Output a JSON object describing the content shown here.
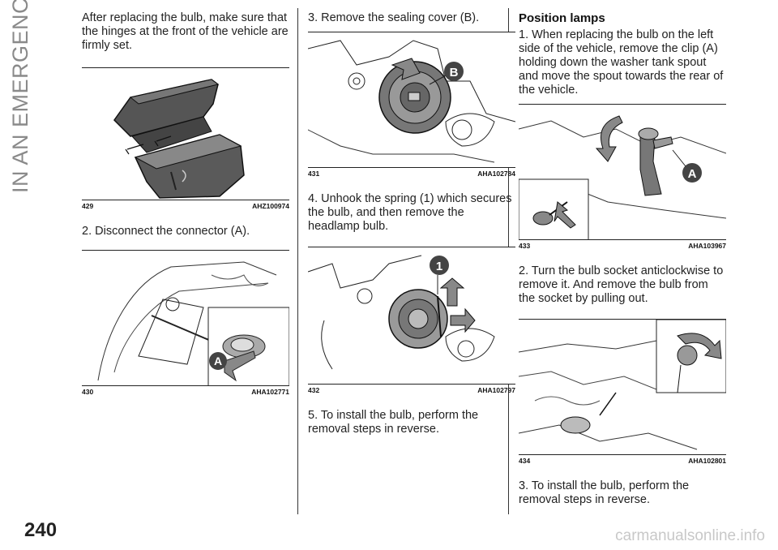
{
  "section_title": "IN AN EMERGENCY",
  "page_number": "240",
  "watermark": "carmanualsonline.info",
  "col1": {
    "intro": "After replacing the bulb, make sure that the hinges at the front of the vehicle are firmly set.",
    "fig429": {
      "number": "429",
      "code": "AHZ100974"
    },
    "step2": "2. Disconnect the connector (A).",
    "fig430": {
      "number": "430",
      "code": "AHA102771",
      "marker": "A"
    }
  },
  "col2": {
    "step3": "3. Remove the sealing cover (B).",
    "fig431": {
      "number": "431",
      "code": "AHA102784",
      "marker": "B"
    },
    "step4": "4. Unhook the spring (1) which secures the bulb, and then remove the headlamp bulb.",
    "fig432": {
      "number": "432",
      "code": "AHA102797",
      "marker": "1"
    },
    "step5": "5. To install the bulb, perform the removal steps in reverse."
  },
  "col3": {
    "heading": "Position lamps",
    "step1": "1. When replacing the bulb on the left side of the vehicle, remove the clip (A) holding down the washer tank spout and move the spout towards the rear of the vehicle.",
    "fig433": {
      "number": "433",
      "code": "AHA103967",
      "marker": "A"
    },
    "step2": "2. Turn the bulb socket anticlockwise to remove it. And remove the bulb from the socket by pulling out.",
    "fig434": {
      "number": "434",
      "code": "AHA102801"
    },
    "step3": "3. To install the bulb, perform the removal steps in reverse."
  },
  "colors": {
    "text": "#222222",
    "sidebar_title": "#8a8a8a",
    "marker_fill": "#444444",
    "watermark": "#c8c8c8"
  }
}
